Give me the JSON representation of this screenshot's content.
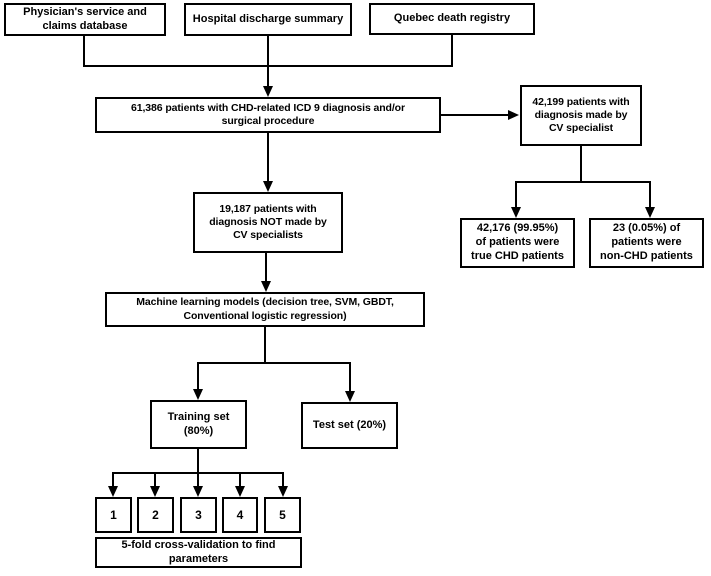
{
  "figure": {
    "type": "flowchart",
    "background": "#ffffff",
    "line_color": "#000000",
    "text_color": "#000000",
    "boxes": [
      {
        "id": "physicians-db",
        "label": "Physician's service and\nclaims database"
      },
      {
        "id": "hospital-discharge",
        "label": "Hospital discharge summary"
      },
      {
        "id": "quebec-death",
        "label": "Quebec death registry"
      },
      {
        "id": "chd-icd9",
        "label": "61,386 patients with CHD-related ICD 9 diagnosis and/or\nsurgical procedure"
      },
      {
        "id": "cv-specialist",
        "label": "42,199 patients with\ndiagnosis made by\nCV specialist"
      },
      {
        "id": "not-cv",
        "label": "19,187 patients with\ndiagnosis NOT made by\nCV specialists"
      },
      {
        "id": "true-chd",
        "label": "42,176 (99.95%)\nof patients were\ntrue CHD patients"
      },
      {
        "id": "non-chd",
        "label": "23 (0.05%) of\npatients were\nnon-CHD patients"
      },
      {
        "id": "ml-models",
        "label": "Machine learning models (decision tree, SVM, GBDT,\nConventional logistic regression)"
      },
      {
        "id": "training-set",
        "label": "Training set\n(80%)"
      },
      {
        "id": "test-set",
        "label": "Test set (20%)"
      },
      {
        "id": "fold-1",
        "label": "1"
      },
      {
        "id": "fold-2",
        "label": "2"
      },
      {
        "id": "fold-3",
        "label": "3"
      },
      {
        "id": "fold-4",
        "label": "4"
      },
      {
        "id": "fold-5",
        "label": "5"
      },
      {
        "id": "cross-validation",
        "label": "5-fold cross-validation to find\nparameters"
      }
    ],
    "edges": [
      {
        "from": "physicians-db",
        "to": "chd-icd9"
      },
      {
        "from": "hospital-discharge",
        "to": "chd-icd9"
      },
      {
        "from": "quebec-death",
        "to": "chd-icd9"
      },
      {
        "from": "chd-icd9",
        "to": "cv-specialist"
      },
      {
        "from": "chd-icd9",
        "to": "not-cv"
      },
      {
        "from": "cv-specialist",
        "to": "true-chd"
      },
      {
        "from": "cv-specialist",
        "to": "non-chd"
      },
      {
        "from": "not-cv",
        "to": "ml-models"
      },
      {
        "from": "ml-models",
        "to": "training-set"
      },
      {
        "from": "ml-models",
        "to": "test-set"
      },
      {
        "from": "training-set",
        "to": "fold-1"
      },
      {
        "from": "training-set",
        "to": "fold-2"
      },
      {
        "from": "training-set",
        "to": "fold-3"
      },
      {
        "from": "training-set",
        "to": "fold-4"
      },
      {
        "from": "training-set",
        "to": "fold-5"
      }
    ]
  }
}
